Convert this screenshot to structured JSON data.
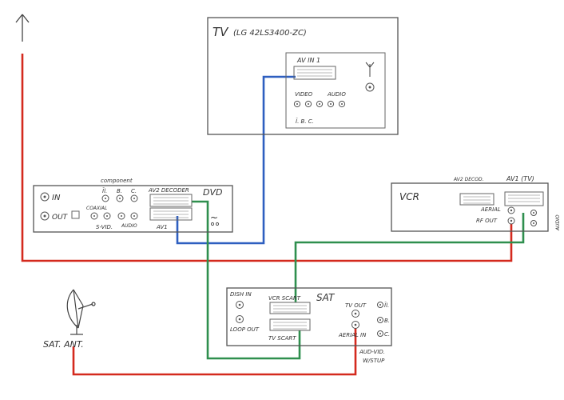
{
  "colors": {
    "antenna_cable": "#d42a1e",
    "tv_scart_cable": "#2e5fc0",
    "vcr_scart_cable": "#2f8f4e",
    "sat_antenna_cable": "#d42a1e",
    "line_art": "#555555"
  },
  "tv": {
    "title": "TV",
    "model": "(LG 42LS3400-ZC)",
    "av_in": "AV IN 1",
    "video": "VIDEO",
    "audio": "AUDIO",
    "composite_sub": "Ĭ. B. C."
  },
  "dvd": {
    "component": "component",
    "in": "IN",
    "out": "OUT",
    "coaxial": "COAXIAL",
    "svid": "S-VID.",
    "audio": "AUDIO",
    "comp_labels": [
      "Ĭl.",
      "B.",
      "C."
    ],
    "av2": "AV2 DECODER",
    "name": "DVD",
    "av1": "AV1",
    "power": "~"
  },
  "vcr": {
    "name": "VCR",
    "av2": "AV2 DECOD.",
    "av1": "AV1 (TV)",
    "aerial": "AERIAL",
    "rf_out": "RF OUT",
    "side": "AUDIO"
  },
  "sat": {
    "name": "SAT",
    "dish_in": "DISH IN",
    "loop_out": "LOOP OUT",
    "vcr_scart": "VCR SCART",
    "tv_scart": "TV SCART",
    "tv_out": "TV OUT",
    "aerial_in": "AERIAL IN",
    "side_labels": [
      "Ĭl.",
      "B.",
      "C."
    ],
    "bottom1": "AUD-VID.",
    "bottom2": "W/STUP"
  },
  "antenna": {
    "label": "SAT. ANT."
  }
}
